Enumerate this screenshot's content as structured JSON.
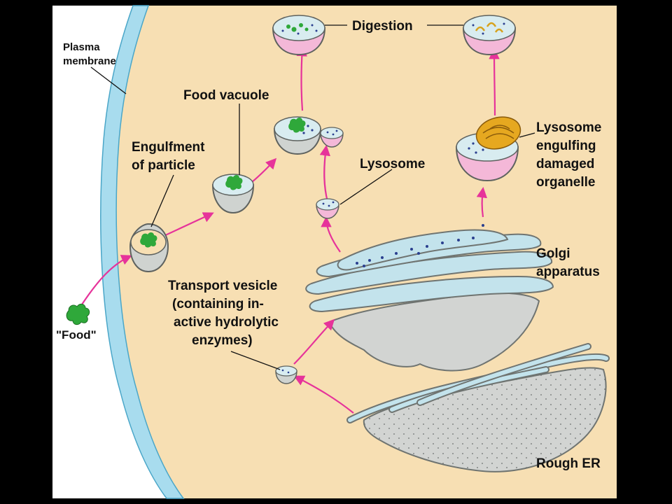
{
  "colors": {
    "cytoplasm": "#f7dfb3",
    "extracellular": "#ffffff",
    "membrane_fluid": "#a8dcee",
    "arrow": "#e6339a",
    "vesicle_gray": "#cfd3d0",
    "vesicle_inner": "#d8ecf0",
    "lysosome_pink": "#f4b8d8",
    "golgi": "#c3e3ec",
    "er": "#d2d4d2",
    "food_green": "#2fa83a",
    "enzyme_dots": "#2a3f8f"
  },
  "labels": {
    "plasma_membrane_1": "Plasma",
    "plasma_membrane_2": "membrane",
    "food_vacuole": "Food vacuole",
    "engulfment_1": "Engulfment",
    "engulfment_2": "of particle",
    "digestion": "Digestion",
    "lysosome": "Lysosome",
    "lysosome_engulfing_1": "Lysosome",
    "lysosome_engulfing_2": "engulfing",
    "lysosome_engulfing_3": "damaged",
    "lysosome_engulfing_4": "organelle",
    "golgi_1": "Golgi",
    "golgi_2": "apparatus",
    "transport_1": "Transport vesicle",
    "transport_2": "(containing in-",
    "transport_3": "active hydrolytic",
    "transport_4": "enzymes)",
    "food": "\"Food\"",
    "rough_er": "Rough ER"
  }
}
